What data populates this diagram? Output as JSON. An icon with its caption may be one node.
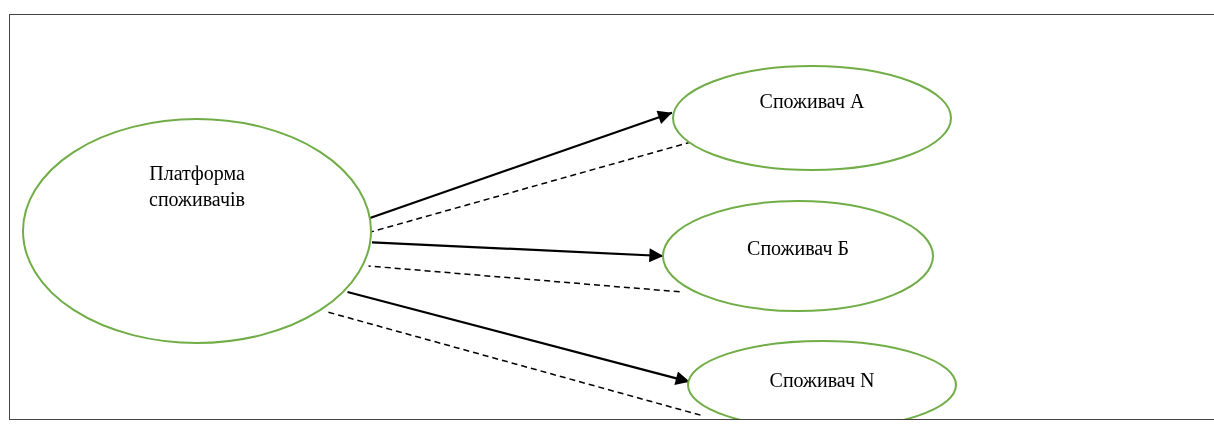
{
  "diagram": {
    "nodes": [
      {
        "text": [
          "Платформа споживачів"
        ]
      },
      {
        "text": [
          "Споживач А"
        ]
      },
      {
        "text": [
          "Споживач Б"
        ]
      },
      {
        "text": [
          "Споживач N"
        ]
      }
    ],
    "edges": [
      {
        "from": 0,
        "to": 1,
        "arrow": "to"
      },
      {
        "from": 1,
        "to": 0,
        "arrow": "none",
        "style": "dashed"
      },
      {
        "from": 0,
        "to": 2,
        "arrow": "to"
      },
      {
        "from": 2,
        "to": 0,
        "arrow": "none",
        "style": "dashed"
      },
      {
        "from": 0,
        "to": 3,
        "arrow": "to"
      },
      {
        "from": 3,
        "to": 0,
        "arrow": "none",
        "style": "dashed"
      }
    ]
  }
}
